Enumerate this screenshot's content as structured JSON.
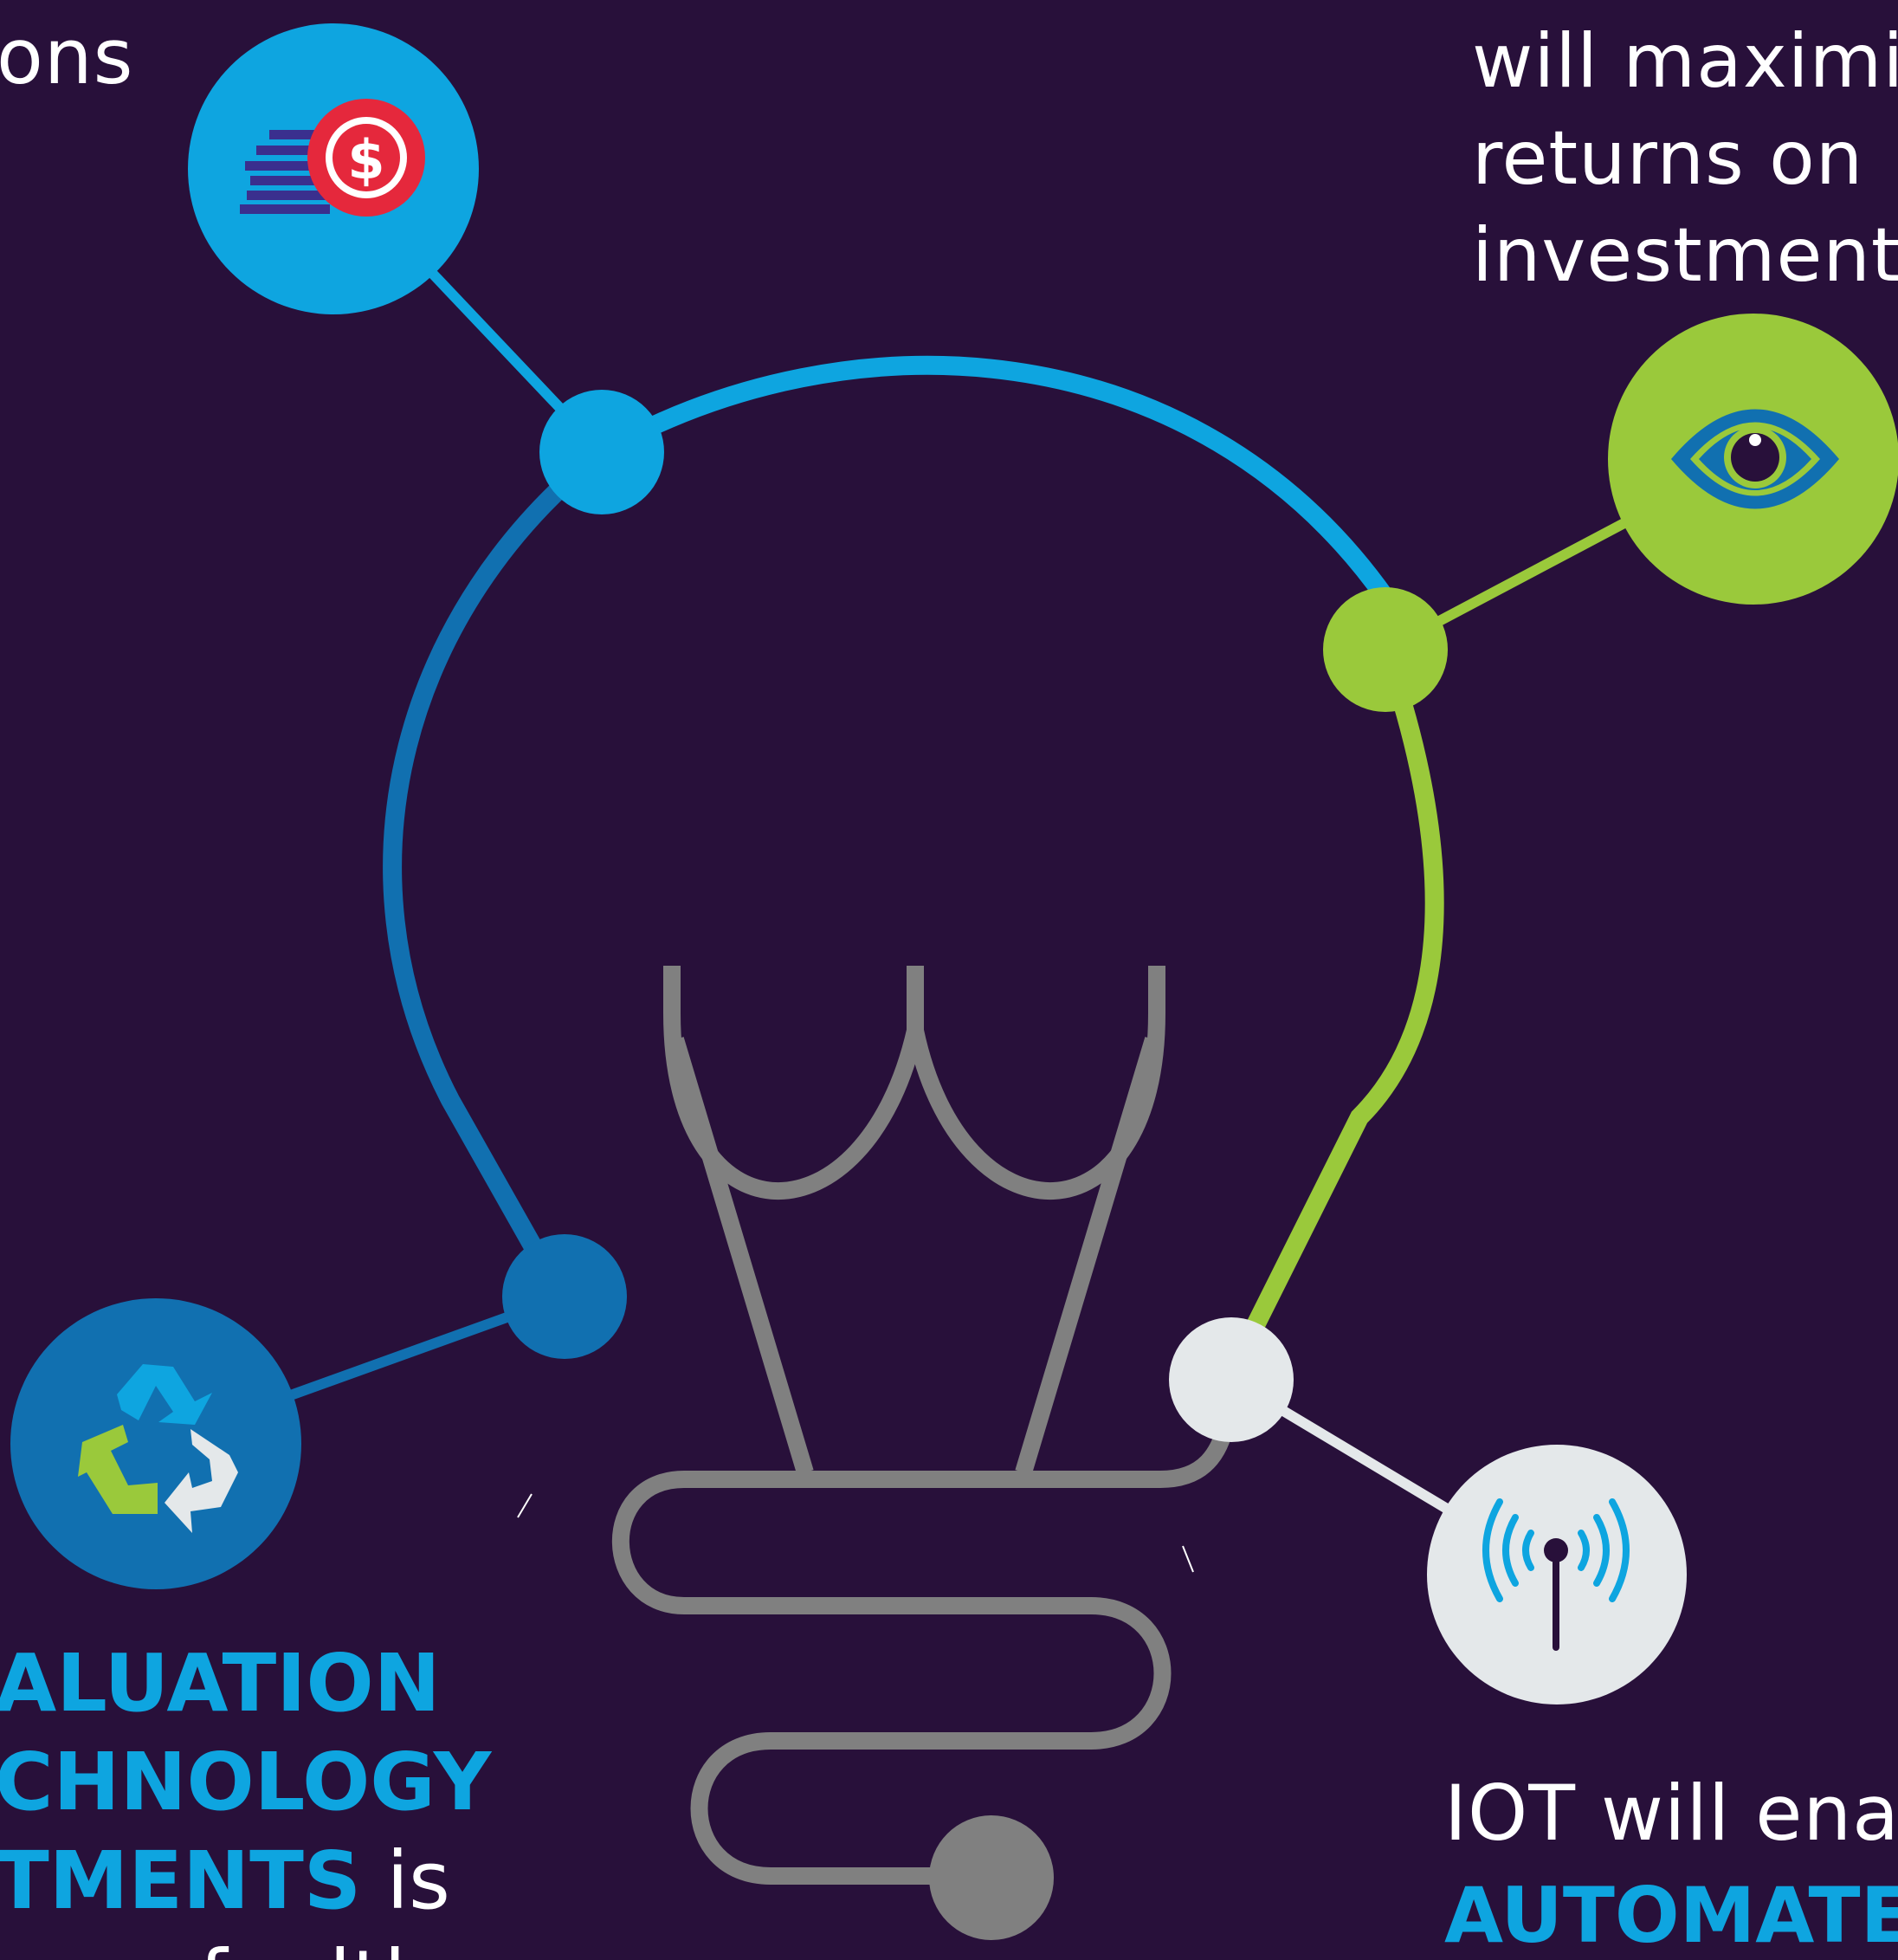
{
  "colors": {
    "background": "#28103a",
    "blue_light": "#0ea5e0",
    "blue_dark": "#1170b0",
    "green": "#9ac93b",
    "grey": "#808080",
    "white_node": "#e4e8ea",
    "red": "#e5283c",
    "purple": "#3a2f8e"
  },
  "icons": {
    "money": "coins-dollar-icon",
    "eye": "eye-icon",
    "recycle": "recycle-icon",
    "signal": "antenna-signal-icon"
  },
  "text": {
    "top_left_fragment": "ons",
    "top_right_line1": "will maximi",
    "top_right_line2": "returns on",
    "top_right_line3": "investment",
    "bottom_left_line1": "ALUATION",
    "bottom_left_line2": "CHNOLOGY",
    "bottom_left_line3_bold": "TMENTS",
    "bottom_left_line3_rest": " is",
    "bottom_left_line4": "f",
    "bottom_left_line4_rest": "lth",
    "bottom_right_line1": "IOT will enal",
    "bottom_right_line2": "AUTOMATE"
  }
}
